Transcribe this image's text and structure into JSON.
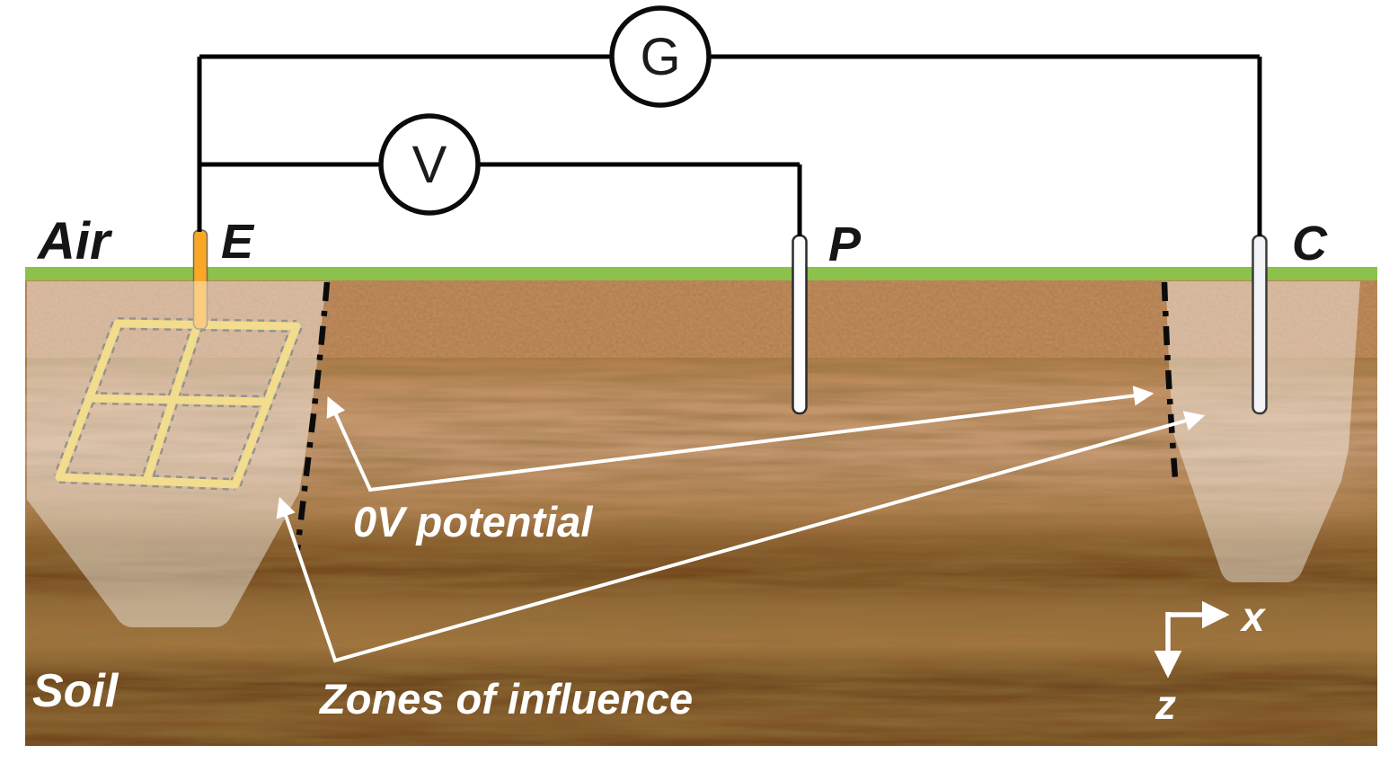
{
  "figure": {
    "region_labels": {
      "air": "Air",
      "soil": "Soil"
    },
    "instruments": {
      "generator": "G",
      "voltmeter": "V"
    },
    "electrodes": {
      "earth": "E",
      "potential": "P",
      "current": "C"
    },
    "annotations": {
      "zero_potential": "0V potential",
      "zones_of_influence": "Zones of influence"
    },
    "axes": {
      "x": "x",
      "z": "z"
    }
  },
  "colors": {
    "grass": "#8CC14C",
    "topsoil_sand": "#C0885A",
    "wood_light": "#C49469",
    "wood_dark": "#6E4419",
    "grid_yellow": "#E8C33C",
    "rod_orange": "#F9A825",
    "wire_black": "#000000",
    "annotation_white": "#FFFFFF"
  }
}
